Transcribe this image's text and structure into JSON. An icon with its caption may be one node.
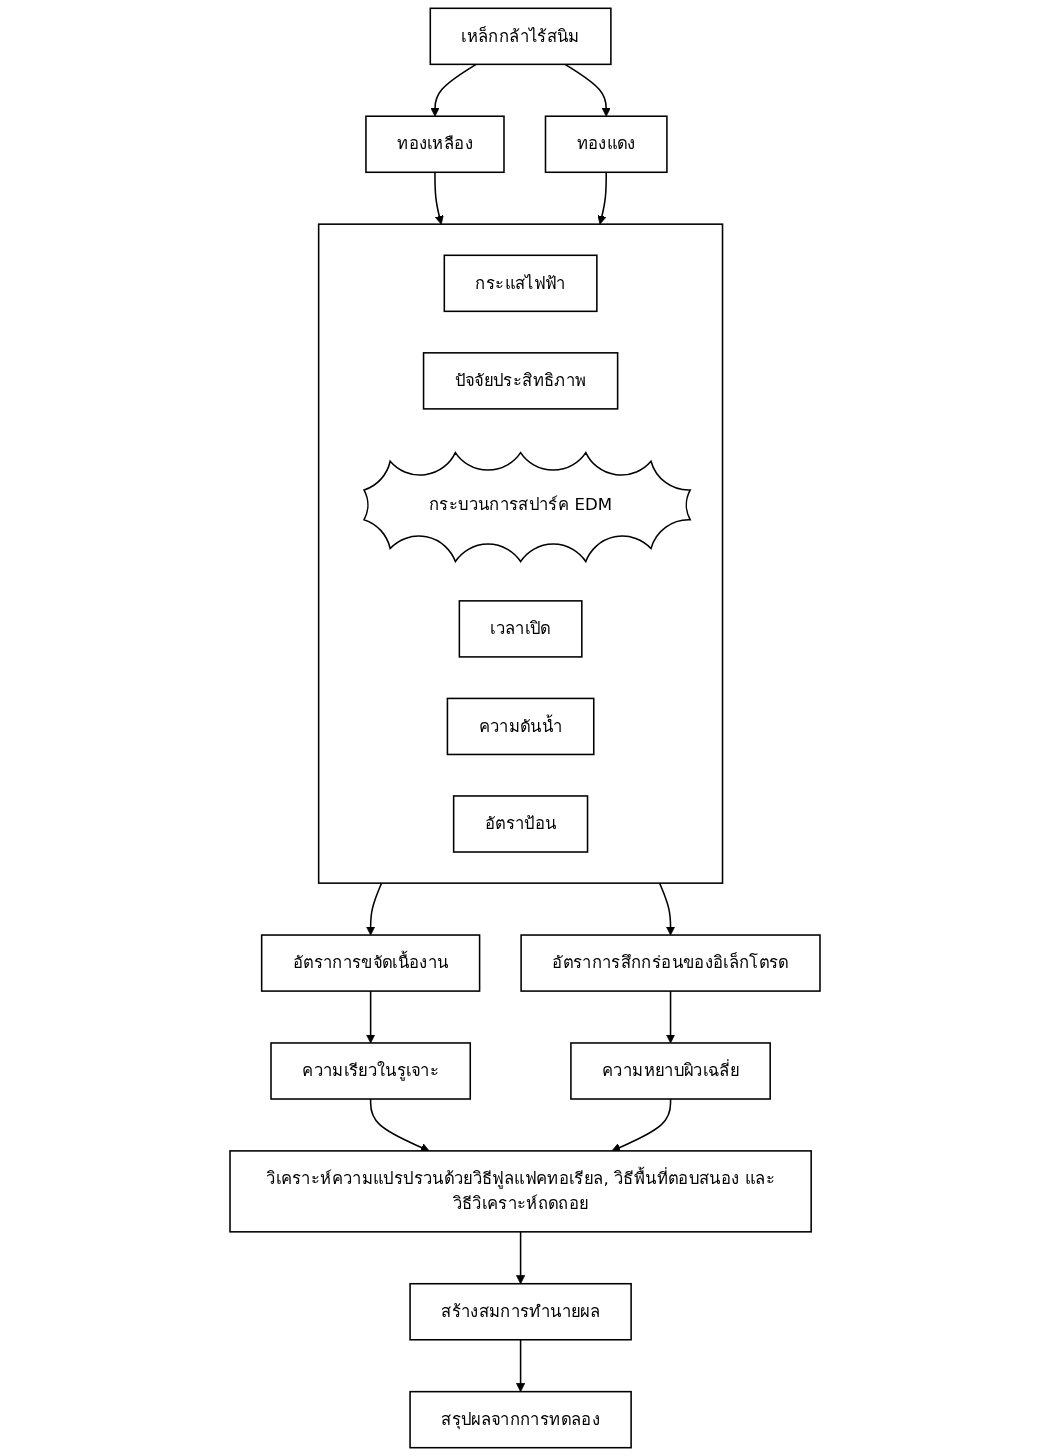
{
  "diagram": {
    "nodes": [
      {
        "text": [
          "เหล็กกล้าไร้สนิม"
        ]
      },
      {
        "text": [
          "ทองเหลือง"
        ]
      },
      {
        "text": [
          "ทองแดง"
        ]
      },
      {
        "text": [],
        "shape": "box"
      },
      {
        "text": [
          "กระแสไฟฟ้า"
        ],
        "in": 3
      },
      {
        "text": [
          "ปัจจัยประสิทธิภาพ"
        ],
        "in": 3
      },
      {
        "text": [
          "กระบวนการสปาร์ค EDM"
        ],
        "in": 3
      },
      {
        "text": [
          "เวลาเปิด"
        ],
        "in": 3
      },
      {
        "text": [
          "ความดันน้ำ"
        ],
        "in": 3
      },
      {
        "text": [
          "อัตราป้อน"
        ],
        "in": 3
      },
      {
        "text": [
          "อัตราการขจัดเนื้องาน"
        ]
      },
      {
        "text": [
          "อัตราการสึกกร่อนของอิเล็กโตรด"
        ]
      },
      {
        "text": [
          "ความเรียวในรูเจาะ"
        ]
      },
      {
        "text": [
          "ความหยาบผิวเฉลี่ย"
        ]
      },
      {
        "text": [
          "วิเคราะห์ความแปรปรวนด้วยวิธีฟูลแฟคทอเรียล, วิธีพื้นที่ตอบสนอง และวิธีวิเคราะห์ถดถอย"
        ]
      },
      {
        "text": [
          "สร้างสมการทำนายผล"
        ]
      },
      {
        "text": [
          "สรุปผลจากการทดลอง"
        ]
      }
    ],
    "edges": [
      {
        "from": 0,
        "to": 1,
        "arrow": "to"
      },
      {
        "from": 0,
        "to": 2,
        "arrow": "to"
      },
      {
        "from": 1,
        "to": 3,
        "arrow": "to"
      },
      {
        "from": 2,
        "to": 3,
        "arrow": "to"
      },
      {
        "from": 3,
        "to": 10,
        "arrow": "to"
      },
      {
        "from": 3,
        "to": 11,
        "arrow": "to"
      },
      {
        "from": 10,
        "to": 12,
        "arrow": "to"
      },
      {
        "from": 11,
        "to": 13,
        "arrow": "to"
      },
      {
        "from": 12,
        "to": 14,
        "arrow": "to"
      },
      {
        "from": 13,
        "to": 14,
        "arrow": "to"
      },
      {
        "from": 14,
        "to": 15,
        "arrow": "to"
      },
      {
        "from": 15,
        "to": 16,
        "arrow": "to"
      }
    ]
  }
}
